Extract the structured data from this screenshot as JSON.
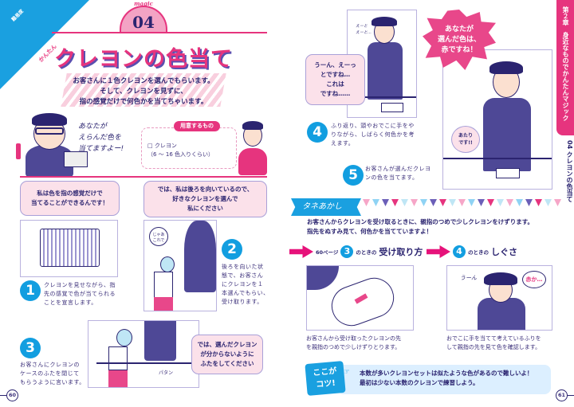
{
  "left_page": {
    "difficulty_label": "難易度",
    "difficulty_value": "かんたん",
    "magic_label": "magic",
    "magic_number": "04",
    "title": "クレヨンの色当て",
    "lead": [
      "お客さんに１色クレヨンを選んでもらいます。",
      "そして、クレヨンを見ずに、",
      "指の感覚だけで何色かを当てちゃいます。"
    ],
    "magician_speech": [
      "あなたが",
      "えらんだ色を",
      "当てますよー!"
    ],
    "items_label": "用意するもの",
    "items": [
      "□ クレヨン",
      "（6 ～ 16 色入りくらい）"
    ],
    "bubble1": [
      "私は色を指の感覚だけで",
      "当てることができるんです！"
    ],
    "bubble2": [
      "では、私は後ろを向いているので、",
      "好きなクレヨンを選んで",
      "私にください"
    ],
    "girl_speech": [
      "じゃあ",
      "これで"
    ],
    "bubble3": [
      "では、選んだクレヨン",
      "が分からないように",
      "ふたをしてください"
    ],
    "sfx_close": "パタン",
    "steps": [
      {
        "num": "1",
        "text": [
          "クレヨンを見せながら、指",
          "先の感覚で色が当てられる",
          "ことを宣言します。"
        ]
      },
      {
        "num": "2",
        "text": [
          "後ろを向いた状",
          "態で、お客さん",
          "にクレヨンを１",
          "本選んでもらい、",
          "受け取ります。"
        ]
      },
      {
        "num": "3",
        "text": [
          "お客さんにクレヨンの",
          "ケースのふたを閉じて",
          "もらうように言います。"
        ]
      }
    ],
    "page_number": "60"
  },
  "right_page": {
    "thinking_sfx": [
      "えーと",
      "えーと…"
    ],
    "bubble4": [
      "うーん、えーっ",
      "とですね…",
      "これは",
      "ですね……"
    ],
    "steps": [
      {
        "num": "4",
        "text": [
          "ふり返り、頭やおでこに手をや",
          "りながら、しばらく何色かを考",
          "えます。"
        ]
      },
      {
        "num": "5",
        "text": [
          "お客さんが選んだクレヨ",
          "ンの色を当てます。"
        ]
      }
    ],
    "starburst": [
      "あなたが",
      "選んだ色は、",
      "赤ですね！"
    ],
    "correct_bubble": [
      "あたり",
      "です!!"
    ],
    "chapter_tab": "第２章　身近なものでかんたんマジック",
    "chapter_sub": "04 クレヨンの色当て",
    "reveal_banner": "タネあかし",
    "reveal_text": [
      "お客さんからクレヨンを受け取るときに、親指のつめで少しクレヨンをけずります。",
      "指先をぬすみ見て、何色かを当てていますよ！"
    ],
    "sub1": {
      "prefix": "60ページ",
      "num": "3",
      "mid": "のときの",
      "title": "受け取り方"
    },
    "sub2": {
      "num": "4",
      "mid": "のときの",
      "title": "しぐさ"
    },
    "caption1": [
      "お客さんから受け取ったクレヨンの先",
      "を親指のつめで少しけずりとります。"
    ],
    "caption2": [
      "おでこに手を当てて考えているふりを",
      "して親指の先を見て色を確認します。"
    ],
    "think_sfx": "うーん",
    "thought": "赤か…",
    "tip_badge": [
      "ここが",
      "コツ!"
    ],
    "tip": [
      "本数が多いクレヨンセットは似たような色があるので難しいよ！",
      "最初は少ない本数のクレヨンで練習しよう。"
    ],
    "page_number": "61"
  },
  "colors": {
    "pink": "#e6347e",
    "blue": "#129ee0",
    "navy": "#2b2470",
    "bubble": "#fbe1ea"
  }
}
